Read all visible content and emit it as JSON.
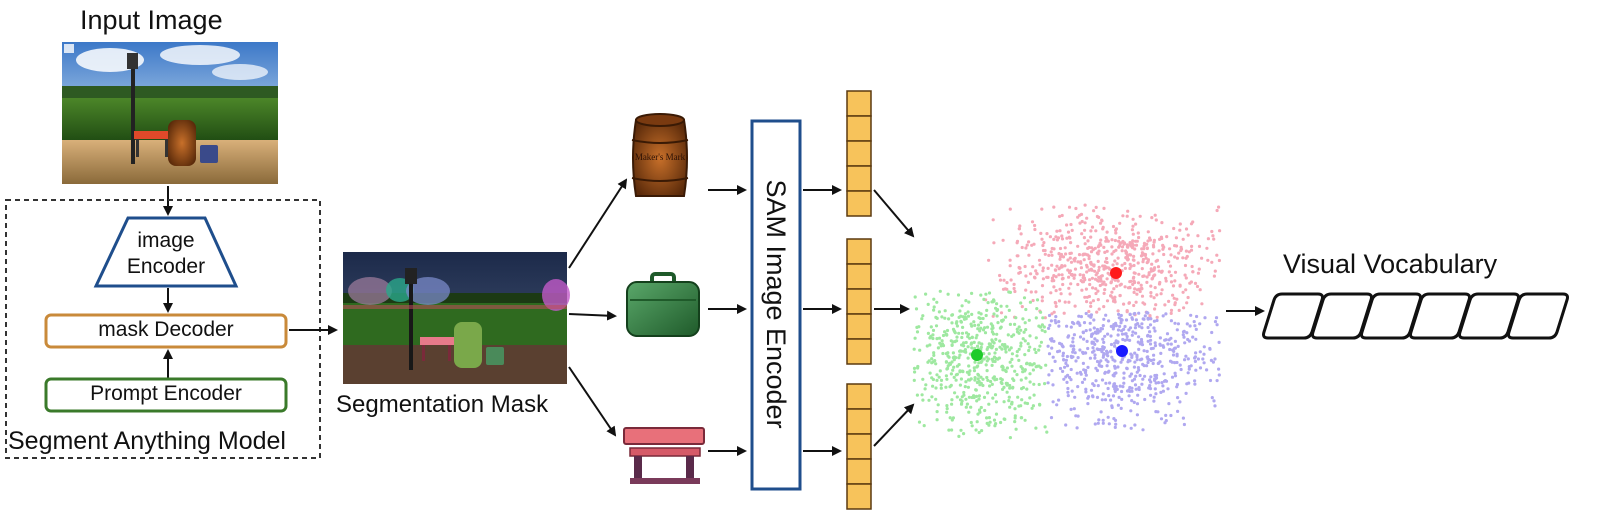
{
  "labels": {
    "input_image": "Input Image",
    "image_encoder_line1": "image",
    "image_encoder_line2": "Encoder",
    "mask_decoder": "mask Decoder",
    "prompt_encoder": "Prompt Encoder",
    "sam_model": "Segment Anything Model",
    "segmentation_mask": "Segmentation Mask",
    "sam_image_encoder": "SAM Image Encoder",
    "visual_vocabulary": "Visual Vocabulary",
    "barrel_text": "Maker's Mark"
  },
  "colors": {
    "image_encoder_border": "#1f4e8c",
    "mask_decoder_border": "#c98a3a",
    "prompt_encoder_border": "#3a7a2a",
    "sam_encoder_border": "#1f4e8c",
    "feature_cell_fill": "#f7c35b",
    "feature_cell_border": "#5b3a10",
    "cluster_pink": "#f5a9b8",
    "cluster_green": "#9ee8a0",
    "cluster_purple": "#b0a8f0",
    "center_red": "#ff1a1a",
    "center_green": "#1ecb2a",
    "center_blue": "#1a1aff"
  },
  "feature_vectors": {
    "count": 3,
    "cells_per_vector": 5
  },
  "vocabulary_slots": 6,
  "clusters": [
    {
      "name": "pink",
      "points": 700
    },
    {
      "name": "green",
      "points": 650
    },
    {
      "name": "purple",
      "points": 700
    }
  ],
  "icons": [
    "barrel-icon",
    "suitcase-icon",
    "bench-icon"
  ]
}
